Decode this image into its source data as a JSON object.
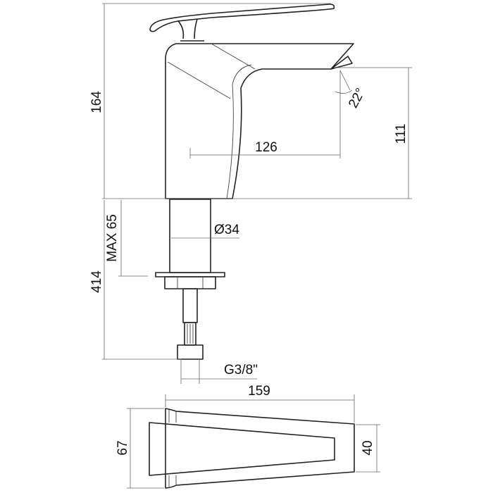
{
  "dimensions": {
    "total_height": "164",
    "spout_height": "111",
    "spout_reach": "126",
    "spout_angle": "22°",
    "shank_diameter": "Ø34",
    "max_deck_thickness": "MAX 65",
    "overall_with_hose": "414",
    "connection_thread": "G3/8\"",
    "top_length": "159",
    "top_width_base": "67",
    "top_width_tip": "40"
  }
}
